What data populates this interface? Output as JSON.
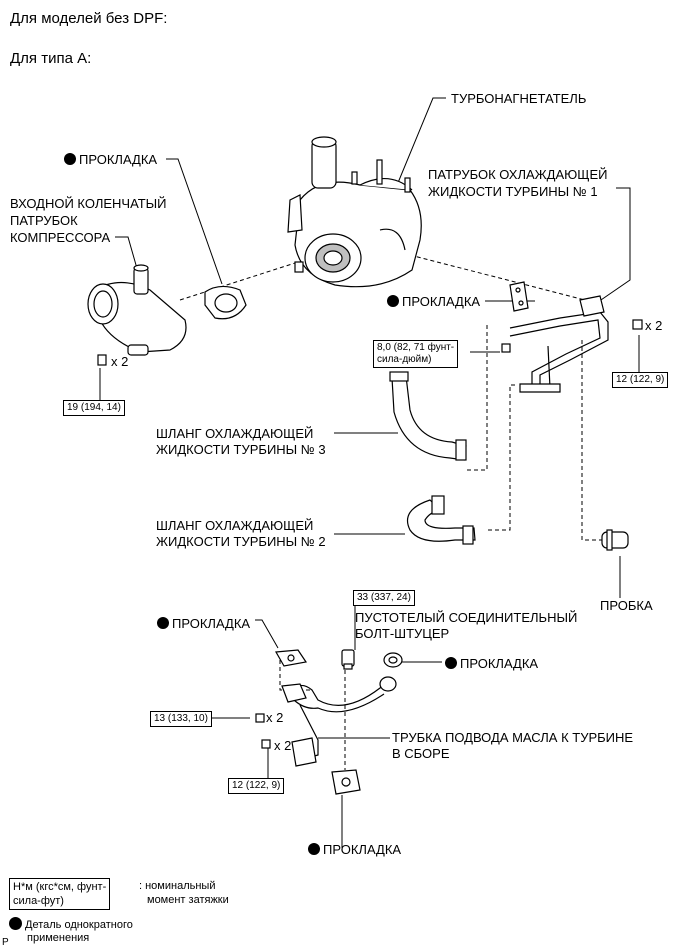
{
  "headings": {
    "dpf": "Для моделей без DPF:",
    "type": "Для типа А:"
  },
  "labels": {
    "turbocharger": "ТУРБОНАГНЕТАТЕЛЬ",
    "gasket_top": "ПРОКЛАДКА",
    "inlet_line1": "ВХОДНОЙ КОЛЕНЧАТЫЙ",
    "inlet_line2": "ПАТРУБОК",
    "inlet_line3": "КОМПРЕССОРА",
    "coolant_pipe1_line1": "ПАТРУБОК ОХЛАЖДАЮЩЕЙ",
    "coolant_pipe1_line2": "ЖИДКОСТИ ТУРБИНЫ № 1",
    "gasket_mid": "ПРОКЛАДКА",
    "hose3_line1": "ШЛАНГ ОХЛАЖДАЮЩЕЙ",
    "hose3_line2": "ЖИДКОСТИ ТУРБИНЫ № 3",
    "hose2_line1": "ШЛАНГ ОХЛАЖДАЮЩЕЙ",
    "hose2_line2": "ЖИДКОСТИ ТУРБИНЫ № 2",
    "plug": "ПРОБКА",
    "union_bolt_line1": "ПУСТОТЕЛЫЙ СОЕДИНИТЕЛЬНЫЙ",
    "union_bolt_line2": "БОЛТ-ШТУЦЕР",
    "gasket_lower_left": "ПРОКЛАДКА",
    "gasket_lower_right": "ПРОКЛАДКА",
    "oil_pipe_line1": "ТРУБКА ПОДВОДА МАСЛА К ТУРБИНЕ",
    "oil_pipe_line2": "В СБОРЕ",
    "gasket_bottom": "ПРОКЛАДКА"
  },
  "torques": {
    "t19": "19 (194, 14)",
    "t8_line1": "8,0 (82, 71 фунт-",
    "t8_line2": "сила-дюйм)",
    "t12_right": "12 (122, 9)",
    "t33": "33 (337, 24)",
    "t13": "13 (133, 10)",
    "t12_bottom": "12 (122, 9)"
  },
  "quantities": {
    "q_inlet": "x 2",
    "q_pipe1": "x 2",
    "q_oil1": "x 2",
    "q_oil2": "x 2"
  },
  "legend": {
    "unit_line1": "Н*м (кгс*см, фунт-",
    "unit_line2": "сила-фут)",
    "unit_desc_line1": ": номинальный",
    "unit_desc_line2": "момент затяжки",
    "nonreusable_line1": "Деталь однократного",
    "nonreusable_line2": "применения",
    "corner_mark": "P"
  },
  "icons": {
    "nonreusable": "filled-circle-icon"
  },
  "colors": {
    "ink": "#000000",
    "paper": "#ffffff",
    "shade": "#bfbfbf"
  }
}
